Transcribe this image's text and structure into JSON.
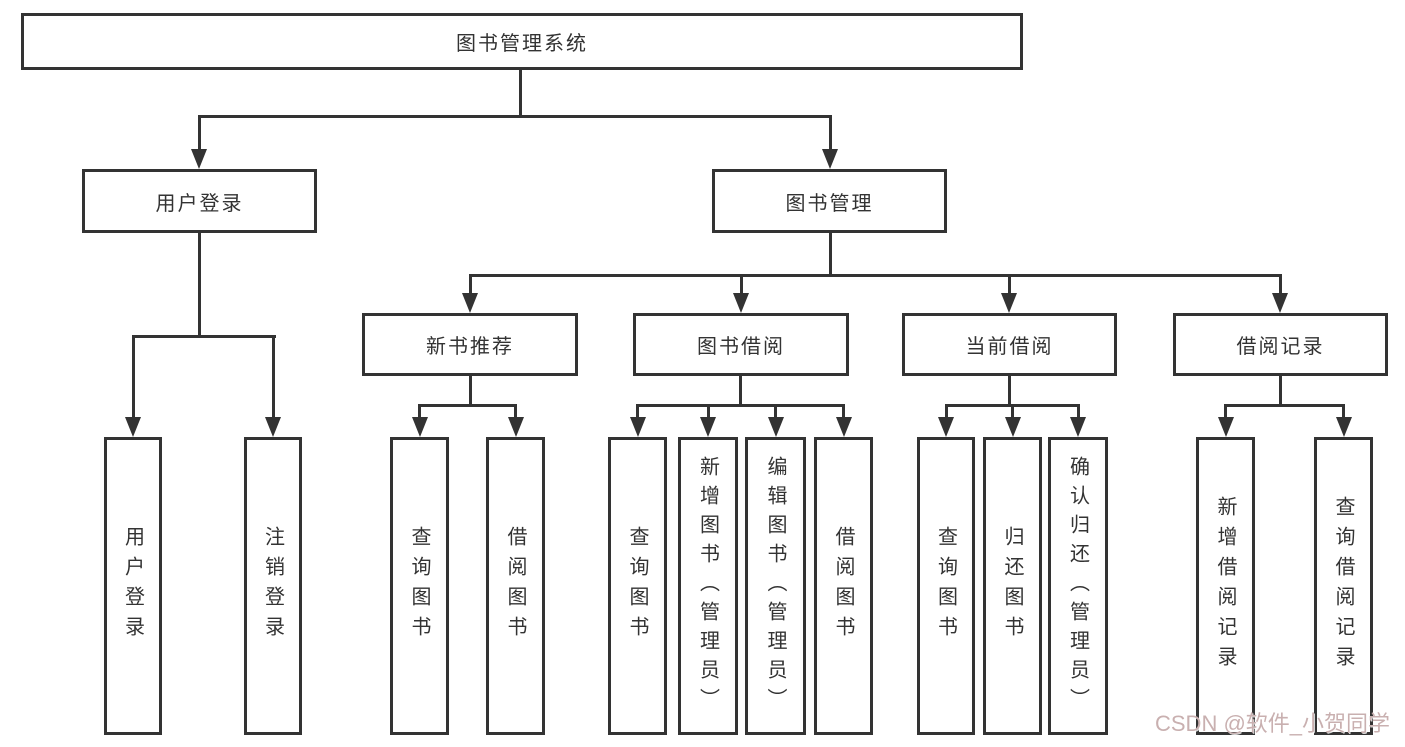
{
  "colors": {
    "line": "#333333",
    "box-border": "#333333",
    "text": "#333333",
    "watermark": "#c9b0b0",
    "background": "#ffffff"
  },
  "nodes": {
    "root": {
      "label": "图书管理系统"
    },
    "user_login": {
      "label": "用户登录"
    },
    "book_mgmt": {
      "label": "图书管理"
    },
    "new_book_rec": {
      "label": "新书推荐"
    },
    "book_borrow": {
      "label": "图书借阅"
    },
    "current_borrow": {
      "label": "当前借阅"
    },
    "borrow_records": {
      "label": "借阅记录"
    },
    "leaf_user_login": {
      "label": "用户登录"
    },
    "leaf_logout": {
      "label": "注销登录"
    },
    "rec_query_book": {
      "label": "查询图书"
    },
    "rec_borrow_book": {
      "label": "借阅图书"
    },
    "bb_query_book": {
      "label": "查询图书"
    },
    "bb_add_book": {
      "label": "新增图书（管理员）"
    },
    "bb_edit_book": {
      "label": "编辑图书（管理员）"
    },
    "bb_borrow_book": {
      "label": "借阅图书"
    },
    "cb_query_book": {
      "label": "查询图书"
    },
    "cb_return_book": {
      "label": "归还图书"
    },
    "cb_confirm_return": {
      "label": "确认归还（管理员）"
    },
    "br_add_record": {
      "label": "新增借阅记录"
    },
    "br_query_record": {
      "label": "查询借阅记录"
    }
  },
  "watermark": {
    "text": "CSDN @软件_小贺同学"
  }
}
